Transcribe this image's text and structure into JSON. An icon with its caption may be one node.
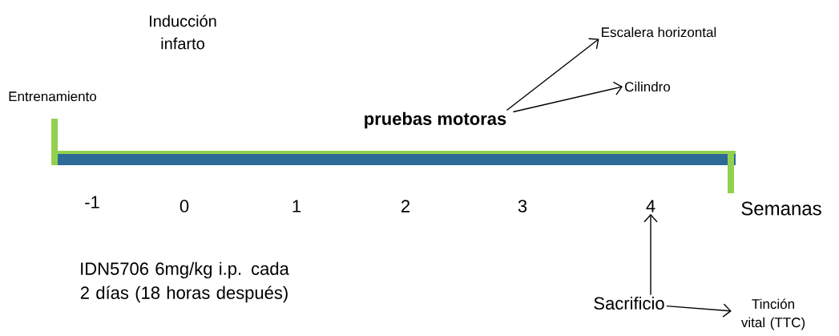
{
  "diagram": {
    "nodes": [
      {
        "text": [
          "Entrenamiento"
        ]
      },
      {
        "text": [
          "Inducción infarto"
        ]
      },
      {
        "text": [
          "pruebas motoras"
        ]
      },
      {
        "text": [
          "Escalera horizontal"
        ]
      },
      {
        "text": [
          "Cilindro"
        ]
      },
      {
        "text": [
          "4"
        ]
      },
      {
        "text": [
          "Sacrificio"
        ]
      },
      {
        "text": [
          "Tinción vital (TTC)"
        ]
      }
    ],
    "edges": [
      {
        "from": 2,
        "to": 3,
        "arrow": "to"
      },
      {
        "from": 2,
        "to": 4,
        "arrow": "to"
      },
      {
        "from": 6,
        "to": 5,
        "arrow": "to"
      },
      {
        "from": 6,
        "to": 7,
        "arrow": "to"
      }
    ],
    "labels": [
      "-1",
      "0",
      "1",
      "2",
      "3",
      "Semanas",
      "IDN5706 6mg/kg i.p. cada 2 días (18 horas después)"
    ]
  }
}
